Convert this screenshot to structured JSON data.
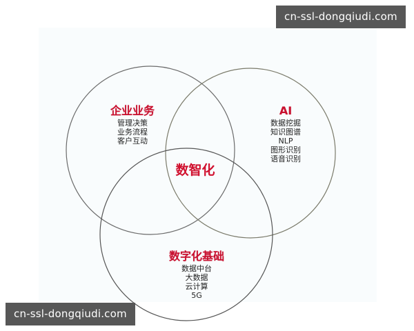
{
  "diagram": {
    "type": "venn",
    "center_label": "数智化",
    "sets": [
      {
        "id": "business",
        "title": "企业业务",
        "items": [
          "管理决策",
          "业务流程",
          "客户互动"
        ]
      },
      {
        "id": "ai",
        "title": "AI",
        "items": [
          "数据挖掘",
          "知识图谱",
          "NLP",
          "图形识别",
          "语音识别"
        ]
      },
      {
        "id": "digital-foundation",
        "title": "数字化基础",
        "items": [
          "数据中台",
          "大数据",
          "云计算",
          "5G"
        ]
      }
    ],
    "colors": {
      "title": "#c8102e",
      "circle_stroke": "#6b6b6b",
      "text": "#222222",
      "background": "#f9fcfd"
    }
  },
  "watermarks": {
    "top_right": "cn-ssl-dongqiudi.com",
    "bottom_left": "cn-ssl-dongqiudi.com"
  }
}
